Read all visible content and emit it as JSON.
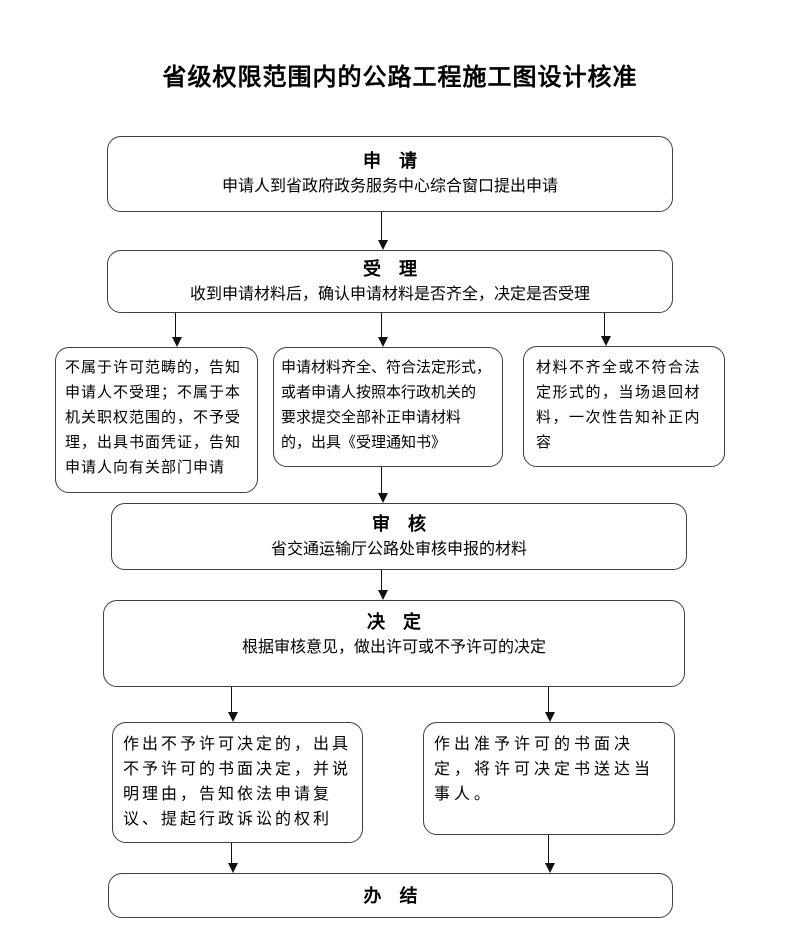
{
  "title": "省级权限范围内的公路工程施工图设计核准",
  "nodes": {
    "apply": {
      "title": "申　请",
      "desc": "申请人到省政府政务服务中心综合窗口提出申请"
    },
    "accept": {
      "title": "受　理",
      "desc": "收到申请材料后，确认申请材料是否齐全，决定是否受理"
    },
    "not_in_scope": {
      "text": "不属于许可范畴的，告知\n申请人不受理；不属于本\n机关职权范围的，不予受\n理，出具书面凭证，告知\n申请人向有关部门申请"
    },
    "materials_ok": {
      "text": "申请材料齐全、符合法定形式，\n或者申请人按照本行政机关的\n要求提交全部补正申请材料\n的，出具《受理通知书》"
    },
    "incomplete": {
      "text": "材料不齐全或不符合法\n定形式的，当场退回材\n料，一次性告知补正内\n容"
    },
    "review": {
      "title": "审　核",
      "desc": "省交通运输厅公路处审核申报的材料"
    },
    "decision": {
      "title": "决　定",
      "desc": "根据审核意见，做出许可或不予许可的决定"
    },
    "deny": {
      "text": "作出不予许可决定的，出具\n不予许可的书面决定，并说\n明理由，告知依法申请复\n议、提起行政诉讼的权利"
    },
    "grant": {
      "text": "作出准予许可的书面决\n定，将许可决定书送达当\n事人。"
    },
    "done": {
      "title": "办　结"
    }
  },
  "colors": {
    "box_border": "#3f3f3f",
    "arrow_line": "#111111",
    "text": "#000000",
    "background": "#ffffff"
  }
}
